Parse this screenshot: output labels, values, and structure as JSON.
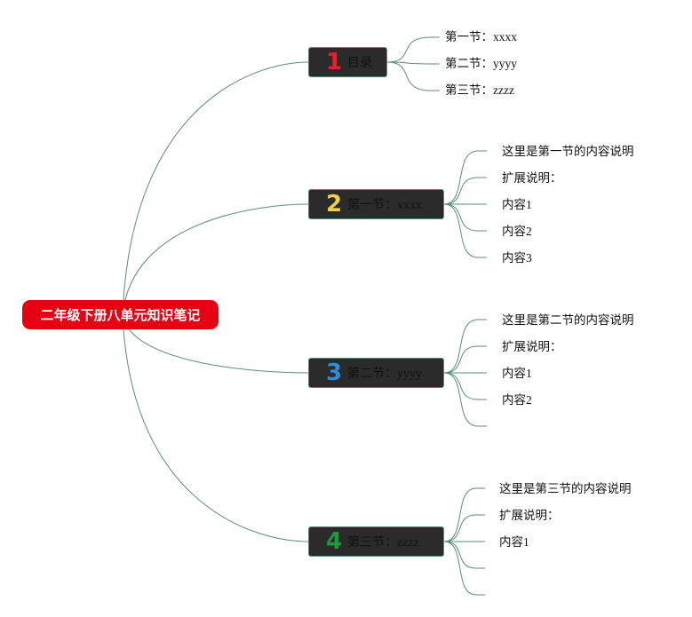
{
  "root": {
    "label": "二年级下册八单元知识笔记",
    "color": "#e60012"
  },
  "branches": [
    {
      "num": "1",
      "num_color": "#e8202c",
      "label": "目录",
      "children": [
        "第一节：xxxx",
        "第二节：yyyy",
        "第三节：zzzz"
      ]
    },
    {
      "num": "2",
      "num_color": "#f2cd4a",
      "label": "第一节：xxxx",
      "children": [
        "这里是第一节的内容说明",
        "扩展说明：",
        "内容1",
        "内容2",
        "内容3"
      ]
    },
    {
      "num": "3",
      "num_color": "#2a8fd8",
      "label": "第二节：yyyy",
      "children": [
        "这里是第二节的内容说明",
        "扩展说明：",
        "内容1",
        "内容2",
        ""
      ]
    },
    {
      "num": "4",
      "num_color": "#1f9a3a",
      "label": "第三节：zzzz",
      "children": [
        "这里是第三节的内容说明",
        "扩展说明：",
        "内容1",
        "",
        ""
      ]
    }
  ],
  "line_color": "#5a8f76"
}
